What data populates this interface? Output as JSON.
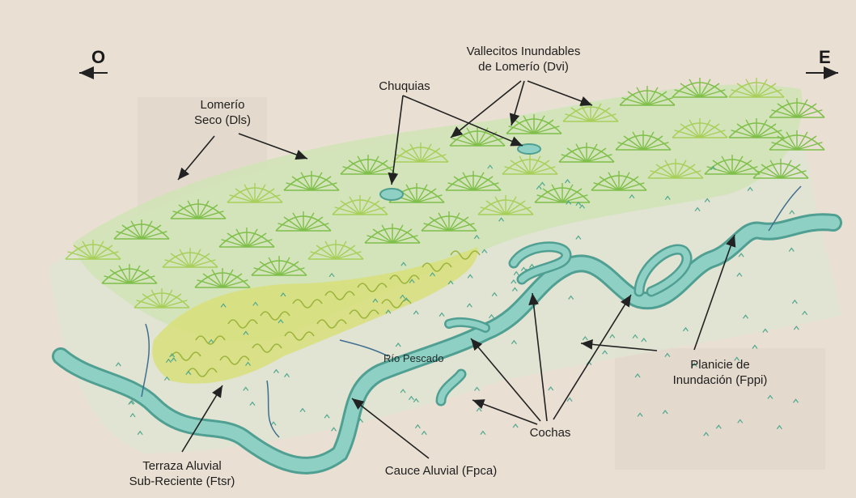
{
  "compass": {
    "west": "O",
    "east": "E"
  },
  "labels": {
    "lomerio_seco": [
      "Lomerío",
      "Seco (Dls)"
    ],
    "chuquias": "Chuquias",
    "vallecitos": [
      "Vallecitos Inundables",
      "de Lomerío (Dvi)"
    ],
    "rio": "Río Pescado",
    "planicie": [
      "Planicie de",
      "Inundación (Fppi)"
    ],
    "cochas": "Cochas",
    "cauce": "Cauce Aluvial (Fpca)",
    "terraza": [
      "Terraza Aluvial",
      "Sub-Reciente (Ftsr)"
    ]
  },
  "colors": {
    "paper": "#e9dfd3",
    "hill_green": "#7fbf4a",
    "hill_light": "#a8cf5a",
    "terrace_yellow": "#c9d44a",
    "water": "#8fd0c4",
    "water_edge": "#4f9f92",
    "grass": "#4fa88f",
    "arrow": "#222222"
  }
}
